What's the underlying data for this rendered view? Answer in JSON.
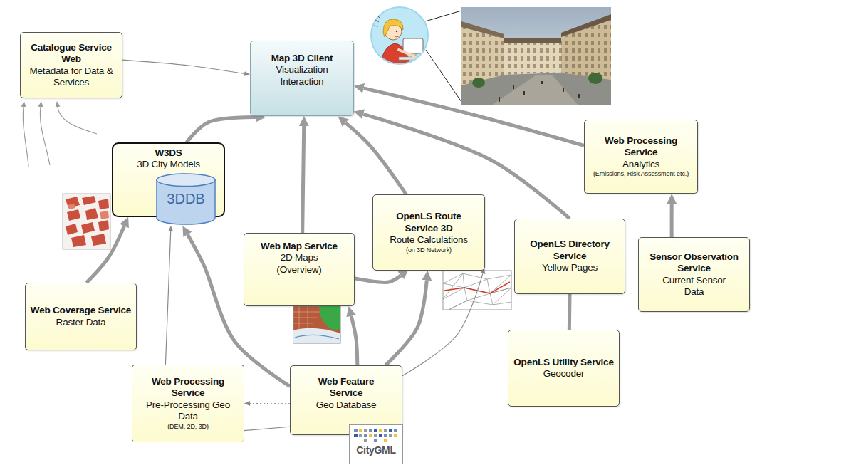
{
  "diagram": {
    "nodes": [
      {
        "text": [
          "Catalogue Service Web",
          "Metadata for Data & Services"
        ]
      },
      {
        "text": [
          "Map 3D Client",
          "Visualization Interaction"
        ]
      },
      {
        "text": [
          "Web Processing Service",
          "Analytics",
          "(Emissions, Risk Assessment etc.)"
        ]
      },
      {
        "text": [
          "W3DS",
          "3D City Models"
        ]
      },
      {
        "text": [
          "3DDB"
        ],
        "in": 3
      },
      {
        "text": [
          "OpenLS Route Service 3D",
          "Route Calculations",
          "(on 3D Network)"
        ]
      },
      {
        "text": [
          "Web Map Service",
          "2D Maps (Overview)"
        ]
      },
      {
        "text": [
          "OpenLS Directory Service",
          "Yellow Pages"
        ]
      },
      {
        "text": [
          "Sensor Observation Service",
          "Current Sensor Data"
        ]
      },
      {
        "text": [
          "Web Coverage Service",
          "Raster Data"
        ]
      },
      {
        "text": [
          "OpenLS Utility Service",
          "Geocoder"
        ]
      },
      {
        "text": [
          "Web Processing Service",
          "Pre-Processing Geo Data",
          "(DEM, 2D, 3D)"
        ]
      },
      {
        "text": [
          "Web Feature Service",
          "Geo Database"
        ]
      }
    ],
    "edges": [
      {
        "from": 0,
        "to": 1,
        "arrow": "to"
      },
      {
        "from": 3,
        "to": 1,
        "arrow": "to"
      },
      {
        "from": 6,
        "to": 1,
        "arrow": "to"
      },
      {
        "from": 5,
        "to": 1,
        "arrow": "to"
      },
      {
        "from": 7,
        "to": 1,
        "arrow": "to"
      },
      {
        "from": 2,
        "to": 1,
        "arrow": "to"
      },
      {
        "from": 8,
        "to": 2,
        "arrow": "to"
      },
      {
        "from": 10,
        "to": 7,
        "arrow": "none"
      },
      {
        "from": 9,
        "to": 3,
        "arrow": "to"
      },
      {
        "from": 12,
        "to": 4,
        "arrow": "to"
      },
      {
        "from": 11,
        "to": 4,
        "arrow": "to"
      },
      {
        "from": 12,
        "to": 11,
        "arrow": "to"
      },
      {
        "from": 12,
        "to": 11,
        "arrow": "none"
      },
      {
        "from": 12,
        "to": 6,
        "arrow": "to"
      },
      {
        "from": 12,
        "to": 5,
        "arrow": "to"
      },
      {
        "from": 12,
        "to": 5,
        "arrow": "to"
      },
      {
        "from": 6,
        "to": 5,
        "arrow": "to"
      }
    ],
    "labels": [
      "CityGML"
    ]
  }
}
